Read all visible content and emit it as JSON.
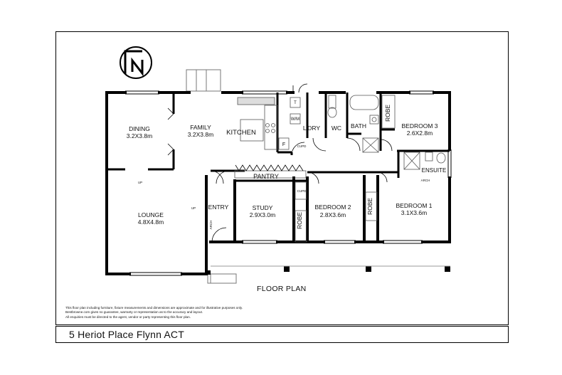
{
  "address": "5 Heriot Place Flynn ACT",
  "floor_plan_title": "FLOOR PLAN",
  "disclaimer": [
    "This floor plan including furniture, fixture measurements and dimensions are approximate and for illustrative purposes only.",
    "Bestbrowne.com gives no guarantee, warranty or representation as to the accuracy and layout.",
    "All enquiries must be directed to the agent, vendor or party representing this floor plan."
  ],
  "rooms": {
    "dining": {
      "name": "DINING",
      "size": "3.2X3.8m"
    },
    "family": {
      "name": "FAMILY",
      "size": "3.2X3.8m"
    },
    "kitchen": {
      "name": "KITCHEN"
    },
    "laundry": {
      "name": "L'DRY"
    },
    "wc": {
      "name": "WC"
    },
    "bath": {
      "name": "BATH"
    },
    "robe3": {
      "name": "ROBE"
    },
    "bedroom3": {
      "name": "BEDROOM 3",
      "size": "2.6X2.8m"
    },
    "ensuite": {
      "name": "ENSUITE"
    },
    "pantry": {
      "name": "PANTRY"
    },
    "lounge": {
      "name": "LOUNGE",
      "size": "4.8X4.8m"
    },
    "entry": {
      "name": "ENTRY"
    },
    "study": {
      "name": "STUDY",
      "size": "2.9X3.0m"
    },
    "robe2": {
      "name": "ROBE"
    },
    "bedroom2": {
      "name": "BEDROOM 2",
      "size": "2.8X3.6m"
    },
    "robe1": {
      "name": "ROBE"
    },
    "bedroom1": {
      "name": "BEDROOM 1",
      "size": "3.1X3.6m"
    }
  },
  "small_labels": {
    "fridge": "F",
    "washer": "W/M",
    "tub": "T",
    "cupd1": "CUPD",
    "cupd2": "CUPD",
    "arch1": "ARCH",
    "arch2": "ARCH",
    "up1": "UP",
    "up2": "UP"
  },
  "compass_icon": "north-arrow-icon"
}
